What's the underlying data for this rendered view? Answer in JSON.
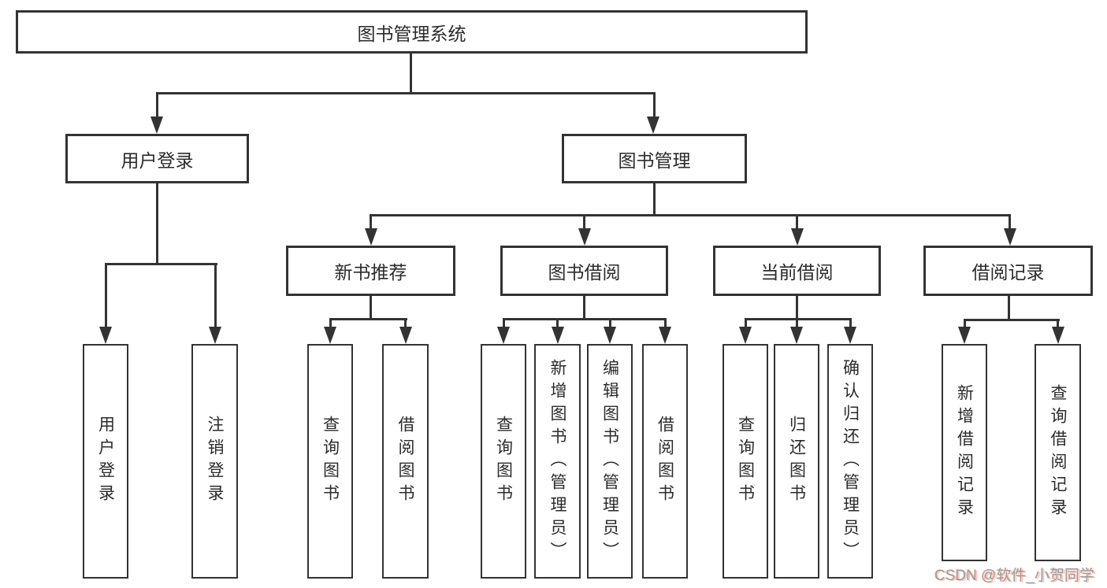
{
  "root_label": "图书管理系统",
  "level2": [
    "用户登录",
    "图书管理"
  ],
  "level3": [
    "新书推荐",
    "图书借阅",
    "当前借阅",
    "借阅记录"
  ],
  "leaves": [
    "用户登录",
    "注销登录",
    "查询图书",
    "借阅图书",
    "查询图书",
    "新增图书（管理员）",
    "编辑图书（管理员）",
    "借阅图书",
    "查询图书",
    "归还图书",
    "确认归还（管理员）",
    "新增借阅记录",
    "查询借阅记录"
  ],
  "watermark": "CSDN @软件_小贺同学",
  "colors": {
    "line": "#333333",
    "text": "#2b2b2b",
    "background": "#ffffff",
    "watermark_gray": "#9c9c9c",
    "watermark_accent": "#fc5531"
  }
}
